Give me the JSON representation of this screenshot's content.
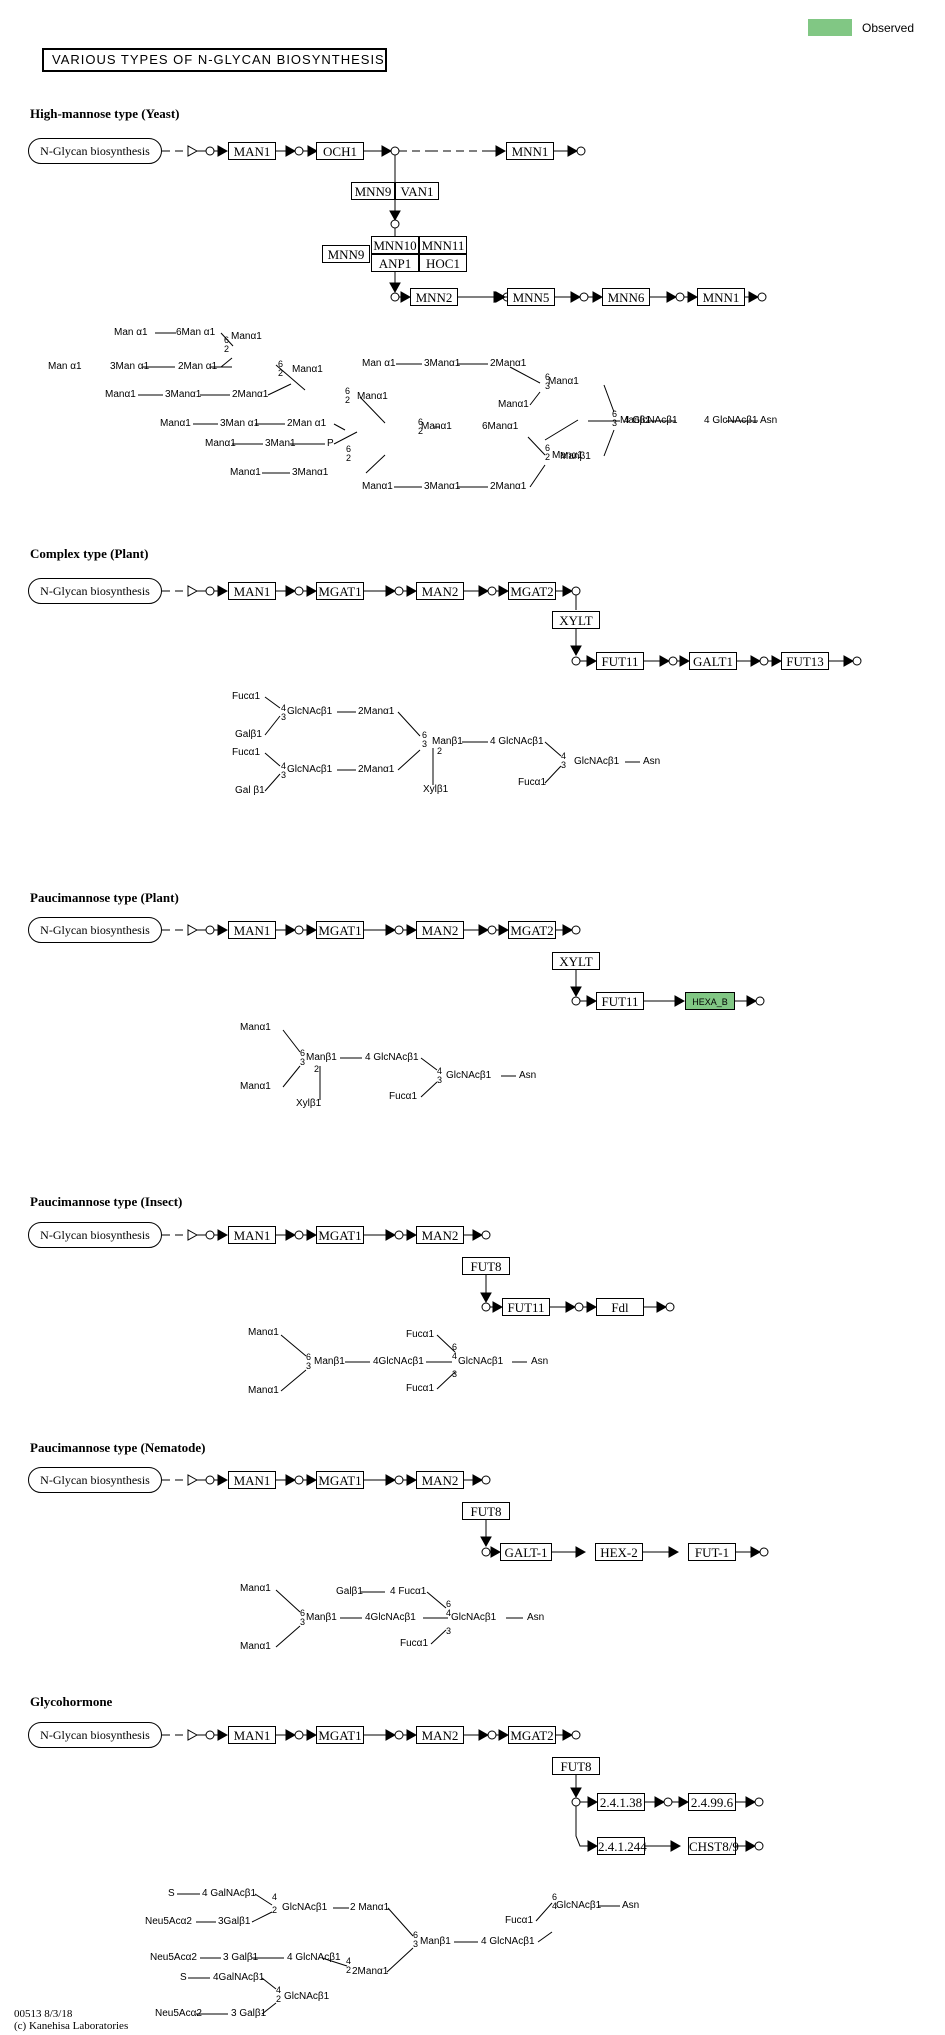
{
  "title": "VARIOUS TYPES OF N-GLYCAN BIOSYNTHESIS",
  "legend": {
    "label": "Observed",
    "color": "#81c784"
  },
  "footer": {
    "id_date": "00513 8/3/18",
    "copyright": "(c) Kanehisa Laboratories"
  },
  "sections": {
    "yeast": {
      "title": "High-mannose type (Yeast)",
      "map_link": "N-Glycan biosynthesis",
      "genes": [
        "MAN1",
        "OCH1",
        "MNN1",
        "MNN9",
        "VAN1",
        "MNN9",
        "MNN10",
        "MNN11",
        "ANP1",
        "HOC1",
        "MNN2",
        "MNN5",
        "MNN6",
        "MNN1"
      ],
      "structure": [
        "Man α1",
        "6Man α1",
        "Man α1",
        "3Man α1",
        "2Man α1",
        "Manα1",
        "3Manα1",
        "2Manα1",
        "Manα1",
        "3Man α1",
        "2Man α1",
        "Manα1",
        "3Man1",
        "P",
        "Manα1",
        "3Manα1",
        "Manα1",
        "Manα1",
        "Manα1",
        "Manα1",
        "Man α1",
        "3Manα1",
        "2Manα1",
        "Manα1",
        "Manα1",
        "3Manα1",
        "2Manα1",
        "6Manα1",
        "Manβ1",
        "4 GlcNAcβ1",
        "4 GlcNAcβ1",
        "Asn"
      ]
    },
    "plant_complex": {
      "title": "Complex type (Plant)",
      "map_link": "N-Glycan biosynthesis",
      "genes": [
        "MAN1",
        "MGAT1",
        "MAN2",
        "MGAT2",
        "XYLT",
        "FUT11",
        "GALT1",
        "FUT13"
      ],
      "structure": [
        "Fucα1",
        "Galβ1",
        "GlcNAcβ1",
        "2Manα1",
        "Fucα1",
        "Gal β1",
        "GlcNAcβ1",
        "2Manα1",
        "Manβ1",
        "4 GlcNAcβ1",
        "Xylβ1",
        "Fucα1",
        "GlcNAcβ1",
        "Asn"
      ]
    },
    "plant_pauci": {
      "title": "Paucimannose type (Plant)",
      "map_link": "N-Glycan biosynthesis",
      "genes": [
        "MAN1",
        "MGAT1",
        "MAN2",
        "MGAT2",
        "XYLT",
        "FUT11",
        "HEXA_B"
      ],
      "structure": [
        "Manα1",
        "Manα1",
        "Manβ1",
        "4 GlcNAcβ1",
        "Xylβ1",
        "Fucα1",
        "GlcNAcβ1",
        "Asn"
      ]
    },
    "insect": {
      "title": "Paucimannose type (Insect)",
      "map_link": "N-Glycan biosynthesis",
      "genes": [
        "MAN1",
        "MGAT1",
        "MAN2",
        "FUT8",
        "FUT11",
        "Fdl"
      ],
      "structure": [
        "Manα1",
        "Manα1",
        "Manβ1",
        "4GlcNAcβ1",
        "Fucα1",
        "Fucα1",
        "GlcNAcβ1",
        "Asn"
      ]
    },
    "nematode": {
      "title": "Paucimannose type (Nematode)",
      "map_link": "N-Glycan biosynthesis",
      "genes": [
        "MAN1",
        "MGAT1",
        "MAN2",
        "FUT8",
        "GALT-1",
        "HEX-2",
        "FUT-1"
      ],
      "structure": [
        "Manα1",
        "Manα1",
        "Manβ1",
        "4GlcNAcβ1",
        "Galβ1",
        "4 Fucα1",
        "Fucα1",
        "GlcNAcβ1",
        "Asn"
      ]
    },
    "glycohormone": {
      "title": "Glycohormone",
      "map_link": "N-Glycan biosynthesis",
      "genes": [
        "MAN1",
        "MGAT1",
        "MAN2",
        "MGAT2",
        "FUT8",
        "2.4.1.38",
        "2.4.99.6",
        "2.4.1.244",
        "CHST8/9"
      ],
      "structure": [
        "S",
        "4 GalNAcβ1",
        "Neu5Acα2",
        "3Galβ1",
        "GlcNAcβ1",
        "2 Manα1",
        "Neu5Acα2",
        "3 Galβ1",
        "4 GlcNAcβ1",
        "S",
        "4GalNAcβ1",
        "Neu5Acα2",
        "3 Galβ1",
        "GlcNAcβ1",
        "2Manα1",
        "Manβ1",
        "4 GlcNAcβ1",
        "Fucα1",
        "GlcNAcβ1",
        "Asn"
      ]
    }
  }
}
